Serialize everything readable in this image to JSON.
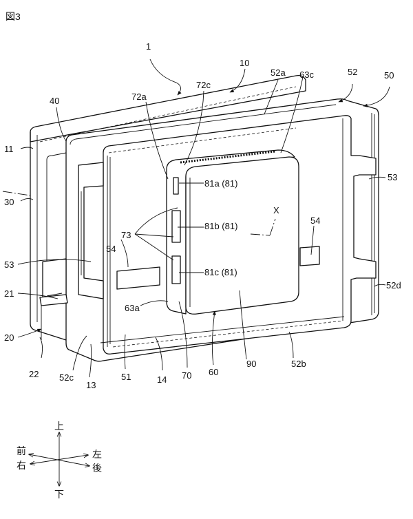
{
  "figure_title": "図3",
  "labels": {
    "l1": "1",
    "l10": "10",
    "l11": "11",
    "l13": "13",
    "l14": "14",
    "l20": "20",
    "l21": "21",
    "l22": "22",
    "l30": "30",
    "l40": "40",
    "l50": "50",
    "l51": "51",
    "l52": "52",
    "l52a": "52a",
    "l52b": "52b",
    "l52c": "52c",
    "l52d": "52d",
    "l53_left": "53",
    "l53_right": "53",
    "l54_left": "54",
    "l54_right": "54",
    "l60": "60",
    "l63a": "63a",
    "l63c": "63c",
    "l70": "70",
    "l72a": "72a",
    "l72c": "72c",
    "l73": "73",
    "l81a": "81a (81)",
    "l81b": "81b (81)",
    "l81c": "81c (81)",
    "l90": "90",
    "lX": "X"
  },
  "direction_legend": {
    "up": "上",
    "down": "下",
    "front": "前",
    "right": "右",
    "left": "左",
    "rear": "後"
  }
}
